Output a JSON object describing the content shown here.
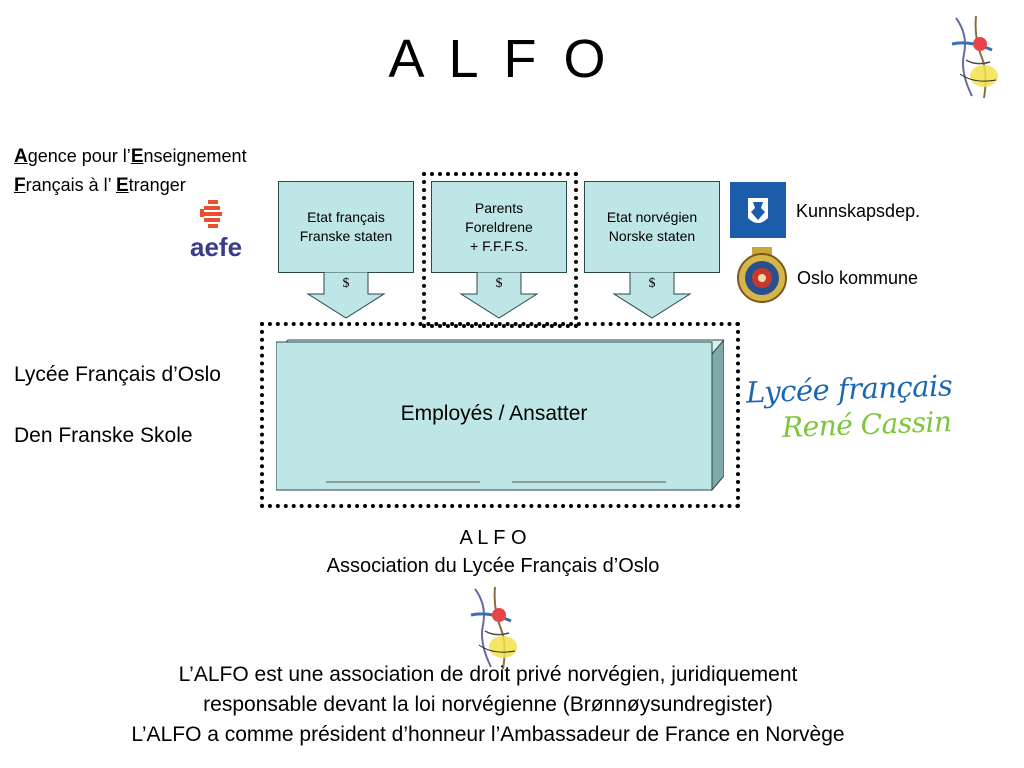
{
  "title": "A L F O",
  "aefe": {
    "line1_first": "A",
    "line1_rest_a": "gence pour l’",
    "line1_second": "E",
    "line1_rest_b": "nseignement",
    "line2_first": "F",
    "line2_rest_a": "rançais à l’ ",
    "line2_second": "E",
    "line2_rest_b": "tranger",
    "logo_text": "aefe"
  },
  "sources": [
    {
      "label": "Etat français\nFranske staten",
      "flow": "$"
    },
    {
      "label": "Parents\nForeldrene\n+ F.F.F.S.",
      "flow": "$"
    },
    {
      "label": "Etat norvégien\nNorske staten",
      "flow": "$"
    }
  ],
  "employees_label": "Employés / Ansatter",
  "school": {
    "name_fr": "Lycée Français d’Oslo",
    "name_no": "Den Franske Skole",
    "logo_line1": "Lycée français",
    "logo_line2": "René Cassin"
  },
  "funders": {
    "ministry": "Kunnskapsdep.",
    "municipality": "Oslo kommune"
  },
  "alfo_caption": {
    "line1": "A L F O",
    "line2": "Association du Lycée Français d’Oslo"
  },
  "footer": {
    "line1": "L’ALFO est une association de droit privé norvégien, juridiquement",
    "line2": "responsable devant la loi norvégienne (Brønnøysundregister)",
    "line3": "L’ALFO a comme président d’honneur l’Ambassadeur de France en Norvège"
  },
  "colors": {
    "box_fill": "#bfe6e6",
    "box_stroke": "#2a4a4a",
    "ministry_blue": "#1b5da8",
    "lycee_blue": "#1a67b2",
    "lycee_green": "#7cc63a"
  }
}
